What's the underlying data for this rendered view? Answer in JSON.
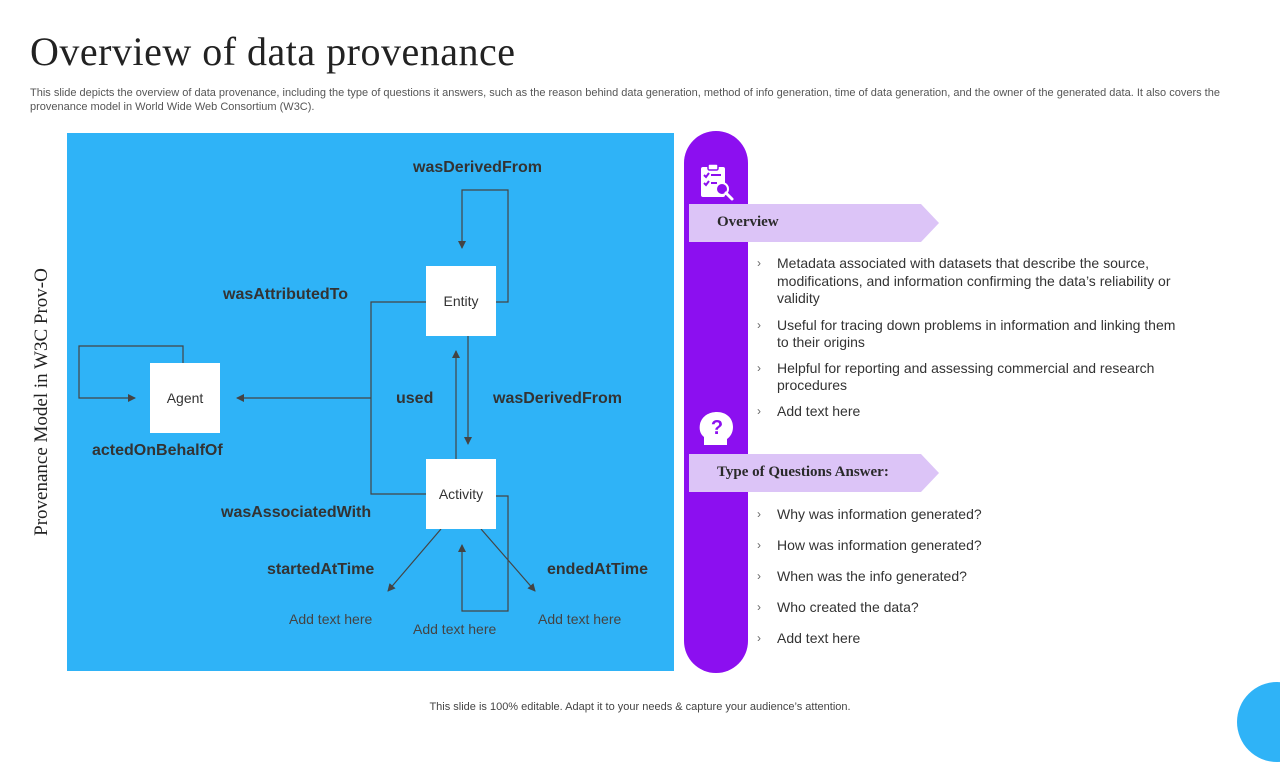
{
  "title": "Overview of data provenance",
  "subtitle": "This slide depicts the overview of data provenance, including the type of questions it answers, such as the reason behind data generation, method of info generation, time of data generation, and the owner of the generated data. It also covers the provenance model in World Wide Web Consortium (W3C).",
  "diagram": {
    "side_label": "Provenance Model in W3C Prov-O",
    "nodes": {
      "entity": "Entity",
      "agent": "Agent",
      "activity": "Activity"
    },
    "relations": {
      "was_derived_from_top": "wasDerivedFrom",
      "was_attributed_to": "wasAttributedTo",
      "used": "used",
      "was_derived_from_mid": "wasDerivedFrom",
      "acted_on_behalf_of": "actedOnBehalfOf",
      "was_associated_with": "wasAssociatedWith",
      "started_at_time": "startedAtTime",
      "ended_at_time": "endedAtTime"
    },
    "notes": {
      "left": "Add text here",
      "center": "Add text here",
      "right": "Add text here"
    }
  },
  "overview": {
    "heading": "Overview",
    "items": [
      "Metadata associated with datasets that describe the source, modifications, and information confirming the data’s reliability or validity",
      "Useful for tracing down problems in information and linking them to their origins",
      "Helpful for reporting and assessing commercial and research procedures",
      "Add text here"
    ]
  },
  "questions": {
    "heading": "Type of Questions Answer:",
    "items": [
      "Why was information generated?",
      "How was information generated?",
      "When was the info generated?",
      "Who created the data?",
      "Add text here"
    ]
  },
  "footer": "This slide is 100% editable. Adapt it to your needs & capture your audience’s attention.",
  "colors": {
    "diagram_bg": "#2fb3f7",
    "pill": "#8c0ff0",
    "ribbon": "#dcc4f7"
  },
  "icons": {
    "overview": "clipboard-search-icon",
    "questions": "head-question-icon"
  }
}
